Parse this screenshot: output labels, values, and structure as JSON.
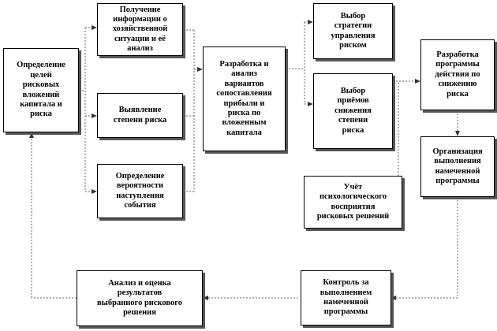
{
  "boxes": {
    "define_goals": "Определение\nцелей\nрисковых\nвложений\nкапитала и\nриска",
    "get_info": "Получение\nинформации о\nхозяйственной\nситуации и её\nанализ",
    "risk_degree": "Выявление\nстепени риска",
    "probability": "Определение\nвероятности\nнаступления\nсобытия",
    "develop_analysis": "Разработка и\nанализ\nвариантов\nсопоставления\nприбыли и\nриска по\nвложенным\nкапитала",
    "strategy": "Выбор\nстратегии\nуправления\nриском",
    "methods": "Выбор\nприёмов\nснижения\nстепени\nриска",
    "psychology": "Учёт\nпсихологического\nвосприятия\nрисковых решений",
    "program": "Разработка\nпрограммы\nдействия по\nснижению\nриска",
    "organization": "Организация\nвыполнения\nнамеченной\nпрограммы",
    "control": "Контроль за\nвыполнением\nнамеченной\nпрограммы",
    "analysis_results": "Анализ и оценка\nрезультатов\nвыбранного рискового\nрешения"
  }
}
